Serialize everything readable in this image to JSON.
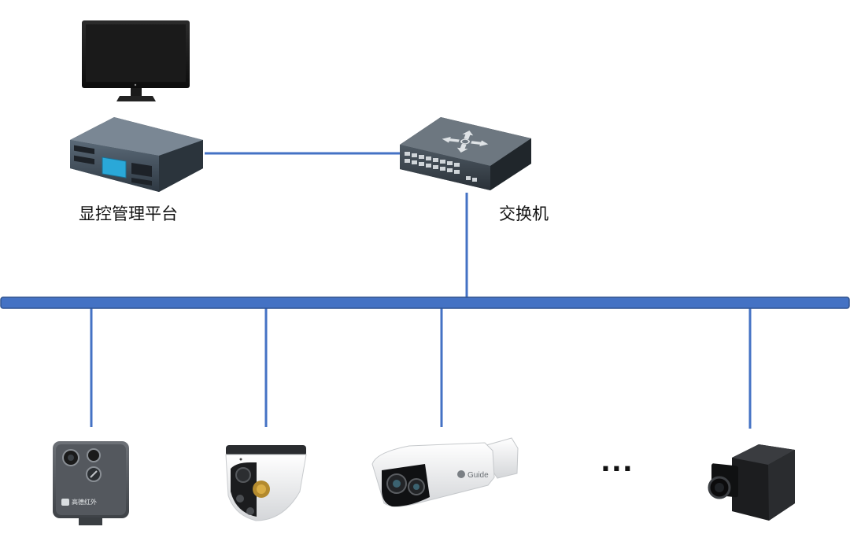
{
  "labels": {
    "platform": "显控管理平台",
    "switch": "交换机",
    "more": "..."
  },
  "devices": {
    "monitor": "monitor-icon",
    "platform": "server-rack-icon",
    "switch": "network-switch-icon",
    "cameras": [
      "box-thermal-camera-icon",
      "dome-camera-icon",
      "bullet-camera-icon",
      "thermal-core-module-icon"
    ],
    "camera1_brand": "高德红外",
    "camera3_brand": "Guide"
  },
  "colors": {
    "link": "#4472c4",
    "bus": "#4472c4",
    "bus_border": "#2f528f"
  }
}
